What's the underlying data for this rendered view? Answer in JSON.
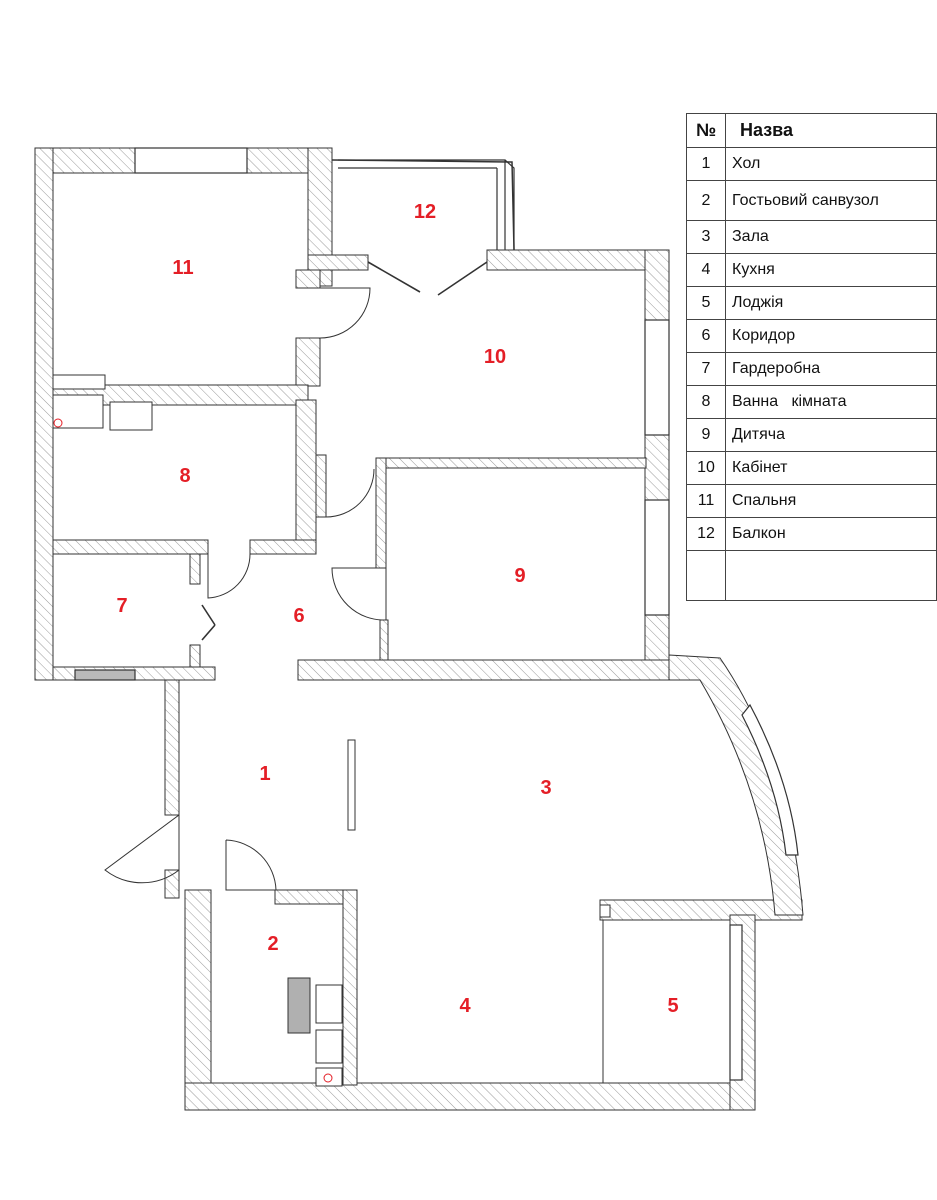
{
  "legend": {
    "header_num": "№",
    "header_name": "Назва",
    "rows": [
      {
        "num": "1",
        "name": "Хол"
      },
      {
        "num": "2",
        "name": "Гостьовий санвузол"
      },
      {
        "num": "3",
        "name": "Зала"
      },
      {
        "num": "4",
        "name": "Кухня"
      },
      {
        "num": "5",
        "name": "Лоджія"
      },
      {
        "num": "6",
        "name": "Коридор"
      },
      {
        "num": "7",
        "name": "Гардеробна"
      },
      {
        "num": "8",
        "name": "Ванна   кімната"
      },
      {
        "num": "9",
        "name": "Дитяча"
      },
      {
        "num": "10",
        "name": "Кабінет"
      },
      {
        "num": "11",
        "name": "Спальня"
      },
      {
        "num": "12",
        "name": "Балкон"
      }
    ]
  },
  "room_labels": [
    "1",
    "2",
    "3",
    "4",
    "5",
    "6",
    "7",
    "8",
    "9",
    "10",
    "11",
    "12"
  ],
  "colors": {
    "label_red": "#e41e26",
    "wall_hatch": "#9a9a9a",
    "line": "#222222"
  }
}
